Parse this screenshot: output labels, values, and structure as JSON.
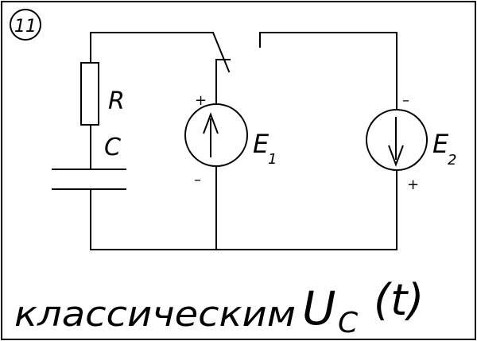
{
  "problem_number": "11",
  "components": {
    "resistor_label": "R",
    "capacitor_label": "C",
    "source1": {
      "label": "E",
      "subscript": "1",
      "top_sign": "+",
      "bottom_sign": "–"
    },
    "source2": {
      "label": "E",
      "subscript": "2",
      "top_sign": "–",
      "bottom_sign": "+"
    }
  },
  "caption": {
    "text": "классическим",
    "formula_main": "U",
    "formula_sub": "C",
    "formula_arg": "(t)"
  }
}
